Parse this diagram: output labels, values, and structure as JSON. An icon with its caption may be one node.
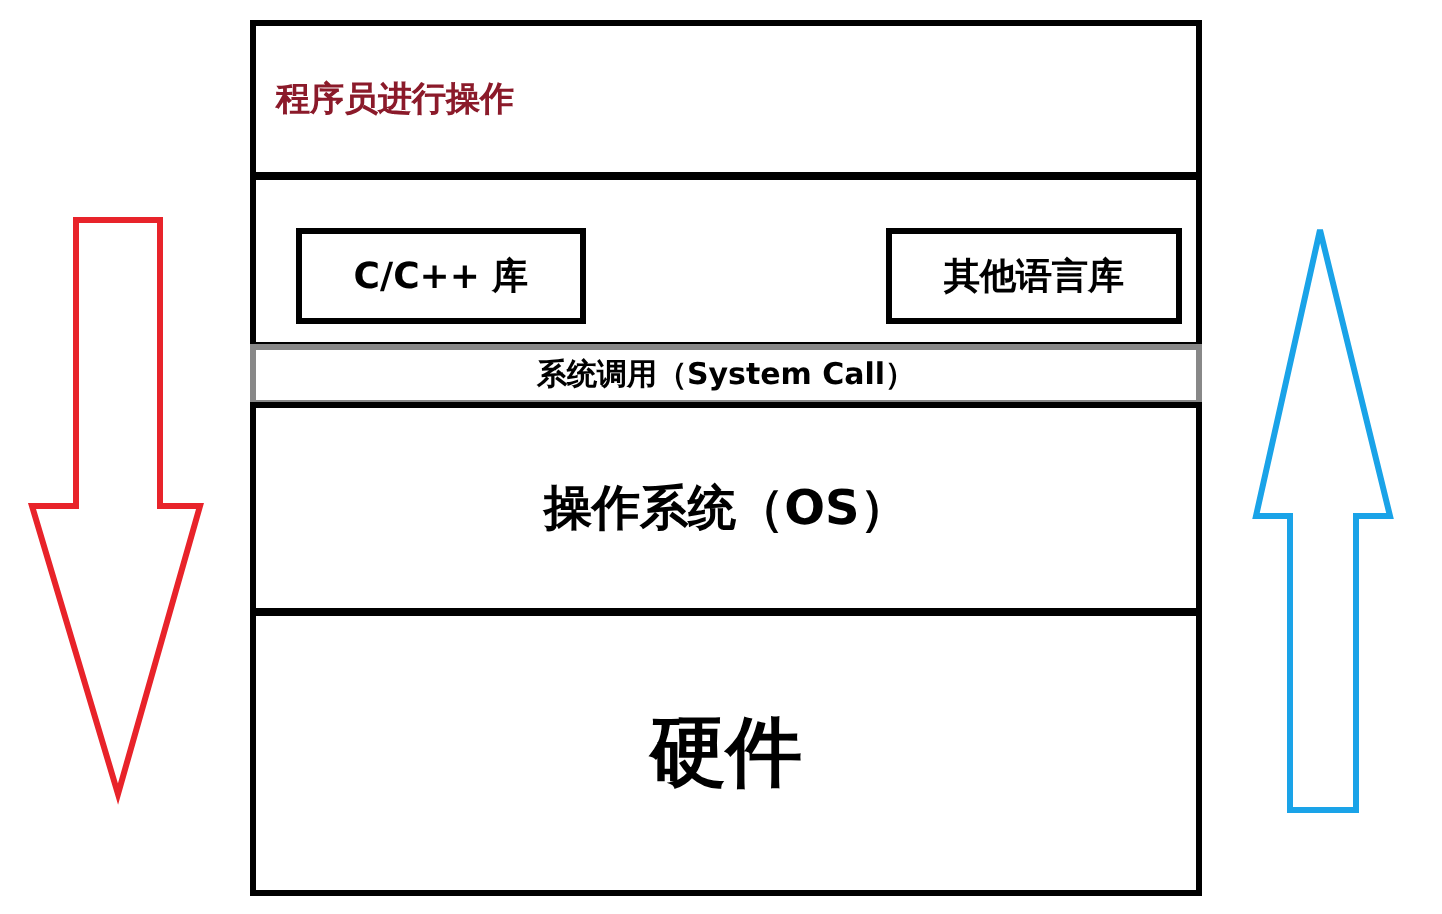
{
  "diagram": {
    "nodes": [
      {
        "text": [
          "程序员进行操作"
        ]
      },
      {
        "text": [],
        "shape": "box"
      },
      {
        "text": [
          "C/C++ 库"
        ],
        "in": 1
      },
      {
        "text": [
          "其他语言库"
        ],
        "in": 1
      },
      {
        "text": [
          "系统调用（System Call）"
        ]
      },
      {
        "text": [
          "操作系统（OS）"
        ]
      },
      {
        "text": [
          "硬件"
        ]
      }
    ]
  }
}
